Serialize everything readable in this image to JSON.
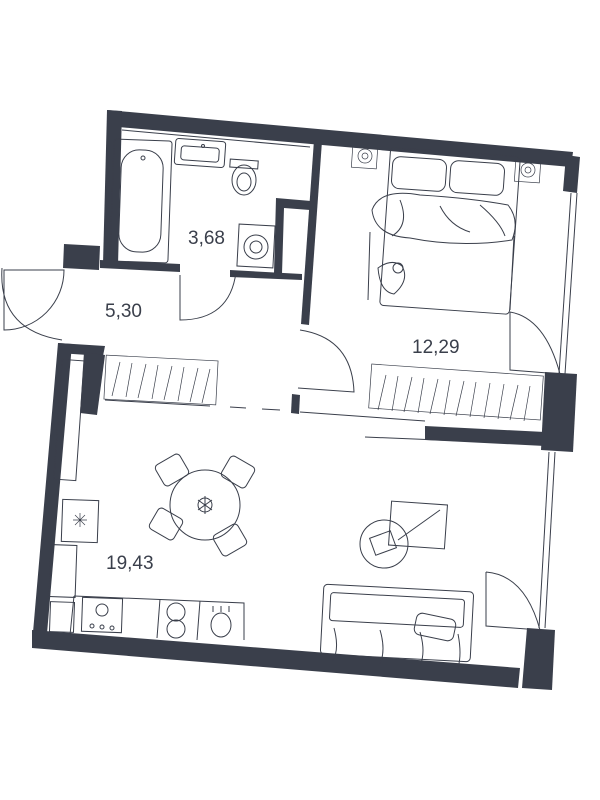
{
  "rooms": {
    "bathroom": {
      "area": "3,68"
    },
    "hallway": {
      "area": "5,30"
    },
    "bedroom": {
      "area": "12,29"
    },
    "living": {
      "area": "19,43"
    }
  },
  "colors": {
    "wall": "#3a3f4b",
    "line": "#3a3f4b",
    "background": "#ffffff"
  },
  "icons": {
    "bathtub": "bathtub-icon",
    "sink": "sink-icon",
    "toilet": "toilet-icon",
    "washer": "washing-machine-icon",
    "bed": "double-bed-icon",
    "wardrobe": "wardrobe-icon",
    "table": "round-dining-table-icon",
    "sofa": "sofa-icon",
    "stove": "stove-icon"
  }
}
